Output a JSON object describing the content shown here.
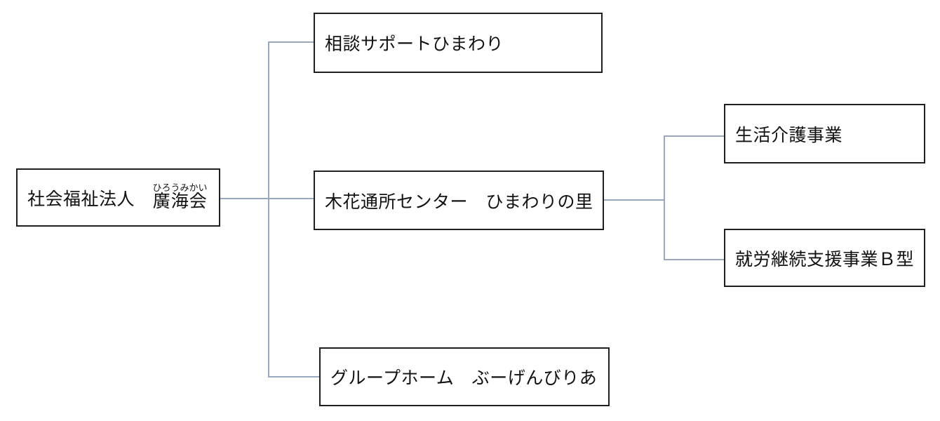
{
  "org_chart": {
    "root": {
      "prefix": "社会福祉法人　",
      "name": "廣海会",
      "furigana": "ひろうみかい"
    },
    "level1": [
      {
        "label": "相談サポートひまわり"
      },
      {
        "label": "木花通所センター　ひまわりの里"
      },
      {
        "label": "グループホーム　ぶーげんびりあ"
      }
    ],
    "level2": [
      {
        "label": "生活介護事業"
      },
      {
        "label": "就労継続支援事業Ｂ型"
      }
    ],
    "colors": {
      "connector": "#9aa9c0",
      "box_border": "#1f1f1f",
      "background": "#ffffff",
      "text": "#111111"
    }
  }
}
